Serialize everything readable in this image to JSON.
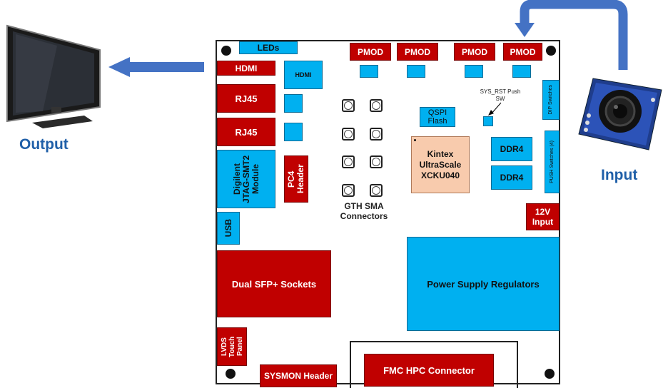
{
  "labels": {
    "output": "Output",
    "input": "Input"
  },
  "board": {
    "leds": "LEDs",
    "pmod": [
      "PMOD",
      "PMOD",
      "PMOD",
      "PMOD"
    ],
    "hdmi_red": "HDMI",
    "hdmi_cyan": "HDMI",
    "rj45": [
      "RJ45",
      "RJ45"
    ],
    "jtag": "Digilent JTAG-SMT2 Module",
    "pc4": "PC4 Header",
    "usb": "USB",
    "gth": "GTH SMA Connectors",
    "qspi": "QSPI Flash",
    "sys_rst": "SYS_RST Push SW",
    "kintex": "Kintex UltraScale XCKU040",
    "ddr4": [
      "DDR4",
      "DDR4"
    ],
    "dip": "DIP Switches",
    "push": "PUSH Switches (4)",
    "power_in": "12V Input",
    "sfp": "Dual SFP+ Sockets",
    "psu": "Power Supply Regulators",
    "lvds": "LVDS Touch Panel",
    "sysmon": "SYSMON Header",
    "fmc": "FMC HPC Connector"
  },
  "colors": {
    "red": "#c00000",
    "cyan": "#00b0f0",
    "tan": "#f8cbad",
    "arrow": "#4472c4",
    "label": "#1f5fa8"
  }
}
